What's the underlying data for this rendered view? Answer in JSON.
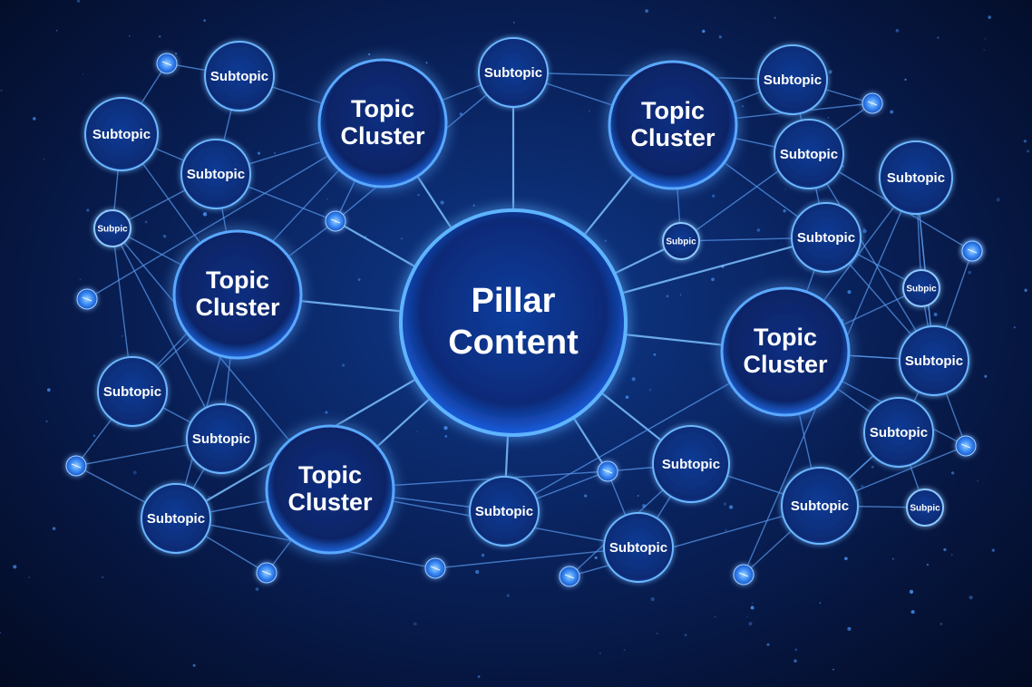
{
  "diagram": {
    "nodes": [
      {
        "id": "pillar",
        "kind": "pillar",
        "lines": [
          "Pillar",
          "Content"
        ]
      },
      {
        "id": "tc1",
        "kind": "cluster",
        "lines": [
          "Topic",
          "Cluster"
        ]
      },
      {
        "id": "tc2",
        "kind": "cluster",
        "lines": [
          "Topic",
          "Cluster"
        ]
      },
      {
        "id": "tc3",
        "kind": "cluster",
        "lines": [
          "Topic",
          "Cluster"
        ]
      },
      {
        "id": "tc4",
        "kind": "cluster",
        "lines": [
          "Topic",
          "Cluster"
        ]
      },
      {
        "id": "tc5",
        "kind": "cluster",
        "lines": [
          "Topic",
          "Cluster"
        ]
      },
      {
        "id": "s1",
        "kind": "subtopic",
        "lines": [
          "Subtopic"
        ]
      },
      {
        "id": "s2",
        "kind": "subtopic",
        "lines": [
          "Subtopic"
        ]
      },
      {
        "id": "s3",
        "kind": "subtopic",
        "lines": [
          "Subtopic"
        ]
      },
      {
        "id": "s4",
        "kind": "subtopic",
        "lines": [
          "Subtopic"
        ]
      },
      {
        "id": "s5",
        "kind": "subtopic",
        "lines": [
          "Subtopic"
        ]
      },
      {
        "id": "s6",
        "kind": "subtopic",
        "lines": [
          "Subtopic"
        ]
      },
      {
        "id": "s7",
        "kind": "subtopic",
        "lines": [
          "Subtopic"
        ]
      },
      {
        "id": "s8",
        "kind": "subtopic",
        "lines": [
          "Subtopic"
        ]
      },
      {
        "id": "s9",
        "kind": "subtopic",
        "lines": [
          "Subtopic"
        ]
      },
      {
        "id": "s10",
        "kind": "subtopic",
        "lines": [
          "Subtopic"
        ]
      },
      {
        "id": "s11",
        "kind": "subtopic",
        "lines": [
          "Subtopic"
        ]
      },
      {
        "id": "s12",
        "kind": "subtopic",
        "lines": [
          "Subtopic"
        ]
      },
      {
        "id": "s13",
        "kind": "subtopic",
        "lines": [
          "Subtopic"
        ]
      },
      {
        "id": "s14",
        "kind": "subtopic",
        "lines": [
          "Subtopic"
        ]
      },
      {
        "id": "s15",
        "kind": "subtopic",
        "lines": [
          "Subtopic"
        ]
      },
      {
        "id": "s16",
        "kind": "subtopic",
        "lines": [
          "Subtopic"
        ]
      },
      {
        "id": "s17",
        "kind": "subtopic",
        "lines": [
          "Subtopic"
        ]
      },
      {
        "id": "s18",
        "kind": "subtopic",
        "lines": [
          "Subtopic"
        ]
      },
      {
        "id": "m1",
        "kind": "mini",
        "lines": [
          "Subpic"
        ]
      },
      {
        "id": "m2",
        "kind": "mini",
        "lines": [
          "Subpic"
        ]
      },
      {
        "id": "m3",
        "kind": "mini",
        "lines": [
          "Subpic"
        ]
      },
      {
        "id": "m4",
        "kind": "mini",
        "lines": [
          "Subpic"
        ]
      },
      {
        "id": "d1",
        "kind": "dot",
        "lines": []
      },
      {
        "id": "d2",
        "kind": "dot",
        "lines": []
      },
      {
        "id": "d3",
        "kind": "dot",
        "lines": []
      },
      {
        "id": "d4",
        "kind": "dot",
        "lines": []
      },
      {
        "id": "d5",
        "kind": "dot",
        "lines": []
      },
      {
        "id": "d6",
        "kind": "dot",
        "lines": []
      },
      {
        "id": "d7",
        "kind": "dot",
        "lines": []
      },
      {
        "id": "d8",
        "kind": "dot",
        "lines": []
      },
      {
        "id": "d9",
        "kind": "dot",
        "lines": []
      },
      {
        "id": "d10",
        "kind": "dot",
        "lines": []
      },
      {
        "id": "d11",
        "kind": "dot",
        "lines": []
      },
      {
        "id": "d12",
        "kind": "dot",
        "lines": []
      },
      {
        "id": "d13",
        "kind": "dot",
        "lines": []
      }
    ],
    "edges": [
      [
        "pillar",
        "tc1"
      ],
      [
        "pillar",
        "tc2"
      ],
      [
        "pillar",
        "tc3"
      ],
      [
        "pillar",
        "tc4"
      ],
      [
        "pillar",
        "tc5"
      ],
      [
        "pillar",
        "s1"
      ],
      [
        "pillar",
        "d3"
      ],
      [
        "pillar",
        "s11"
      ],
      [
        "pillar",
        "d5"
      ],
      [
        "pillar",
        "s9"
      ],
      [
        "pillar",
        "s10"
      ],
      [
        "pillar",
        "s12"
      ],
      [
        "pillar",
        "m2"
      ],
      [
        "tc1",
        "s2"
      ],
      [
        "tc1",
        "s1"
      ],
      [
        "tc1",
        "s3"
      ],
      [
        "tc1",
        "d3"
      ],
      [
        "tc1",
        "s5"
      ],
      [
        "tc1",
        "d2"
      ],
      [
        "tc2",
        "s1"
      ],
      [
        "tc2",
        "s7"
      ],
      [
        "tc2",
        "s8"
      ],
      [
        "tc2",
        "m2"
      ],
      [
        "tc2",
        "s9"
      ],
      [
        "tc2",
        "d6"
      ],
      [
        "tc3",
        "s3"
      ],
      [
        "tc3",
        "s6"
      ],
      [
        "tc3",
        "s5"
      ],
      [
        "tc3",
        "m1"
      ],
      [
        "tc3",
        "s10"
      ],
      [
        "tc3",
        "s4"
      ],
      [
        "tc3",
        "d3"
      ],
      [
        "tc4",
        "s11"
      ],
      [
        "tc4",
        "s13"
      ],
      [
        "tc4",
        "d9"
      ],
      [
        "tc4",
        "s15"
      ],
      [
        "tc4",
        "s17"
      ],
      [
        "tc4",
        "s14"
      ],
      [
        "tc4",
        "s18"
      ],
      [
        "tc4",
        "m3"
      ],
      [
        "tc4",
        "s9"
      ],
      [
        "tc5",
        "s11"
      ],
      [
        "tc5",
        "s10"
      ],
      [
        "tc5",
        "s16"
      ],
      [
        "tc5",
        "d10"
      ],
      [
        "tc5",
        "d5"
      ],
      [
        "tc5",
        "m1"
      ],
      [
        "s2",
        "s3"
      ],
      [
        "s2",
        "d1"
      ],
      [
        "s4",
        "s3"
      ],
      [
        "s4",
        "d1"
      ],
      [
        "s4",
        "m1"
      ],
      [
        "s3",
        "d3"
      ],
      [
        "s3",
        "m1"
      ],
      [
        "m1",
        "s5"
      ],
      [
        "m1",
        "s6"
      ],
      [
        "s5",
        "s6"
      ],
      [
        "s6",
        "s10"
      ],
      [
        "s6",
        "d4"
      ],
      [
        "s10",
        "d4"
      ],
      [
        "s10",
        "d10"
      ],
      [
        "s10",
        "d11"
      ],
      [
        "s16",
        "s12"
      ],
      [
        "s16",
        "d11"
      ],
      [
        "s16",
        "d5"
      ],
      [
        "s12",
        "d12"
      ],
      [
        "s12",
        "d5"
      ],
      [
        "s12",
        "s13"
      ],
      [
        "s13",
        "d12"
      ],
      [
        "s13",
        "m4"
      ],
      [
        "s13",
        "s14"
      ],
      [
        "s17",
        "s15"
      ],
      [
        "s17",
        "m3"
      ],
      [
        "s17",
        "s18"
      ],
      [
        "s17",
        "d13"
      ],
      [
        "s14",
        "d13"
      ],
      [
        "s14",
        "m4"
      ],
      [
        "s14",
        "s15"
      ],
      [
        "s18",
        "d8"
      ],
      [
        "s18",
        "m3"
      ],
      [
        "s18",
        "s8"
      ],
      [
        "s18",
        "s9"
      ],
      [
        "s9",
        "m2"
      ],
      [
        "s9",
        "m3"
      ],
      [
        "s8",
        "d7"
      ],
      [
        "s8",
        "s9"
      ],
      [
        "s7",
        "d6"
      ],
      [
        "s7",
        "s8"
      ],
      [
        "s1",
        "s7"
      ],
      [
        "s1",
        "d3"
      ],
      [
        "m2",
        "d6"
      ],
      [
        "s11",
        "d5"
      ],
      [
        "s15",
        "d9"
      ],
      [
        "d4",
        "s5"
      ],
      [
        "s13",
        "d9"
      ]
    ]
  }
}
